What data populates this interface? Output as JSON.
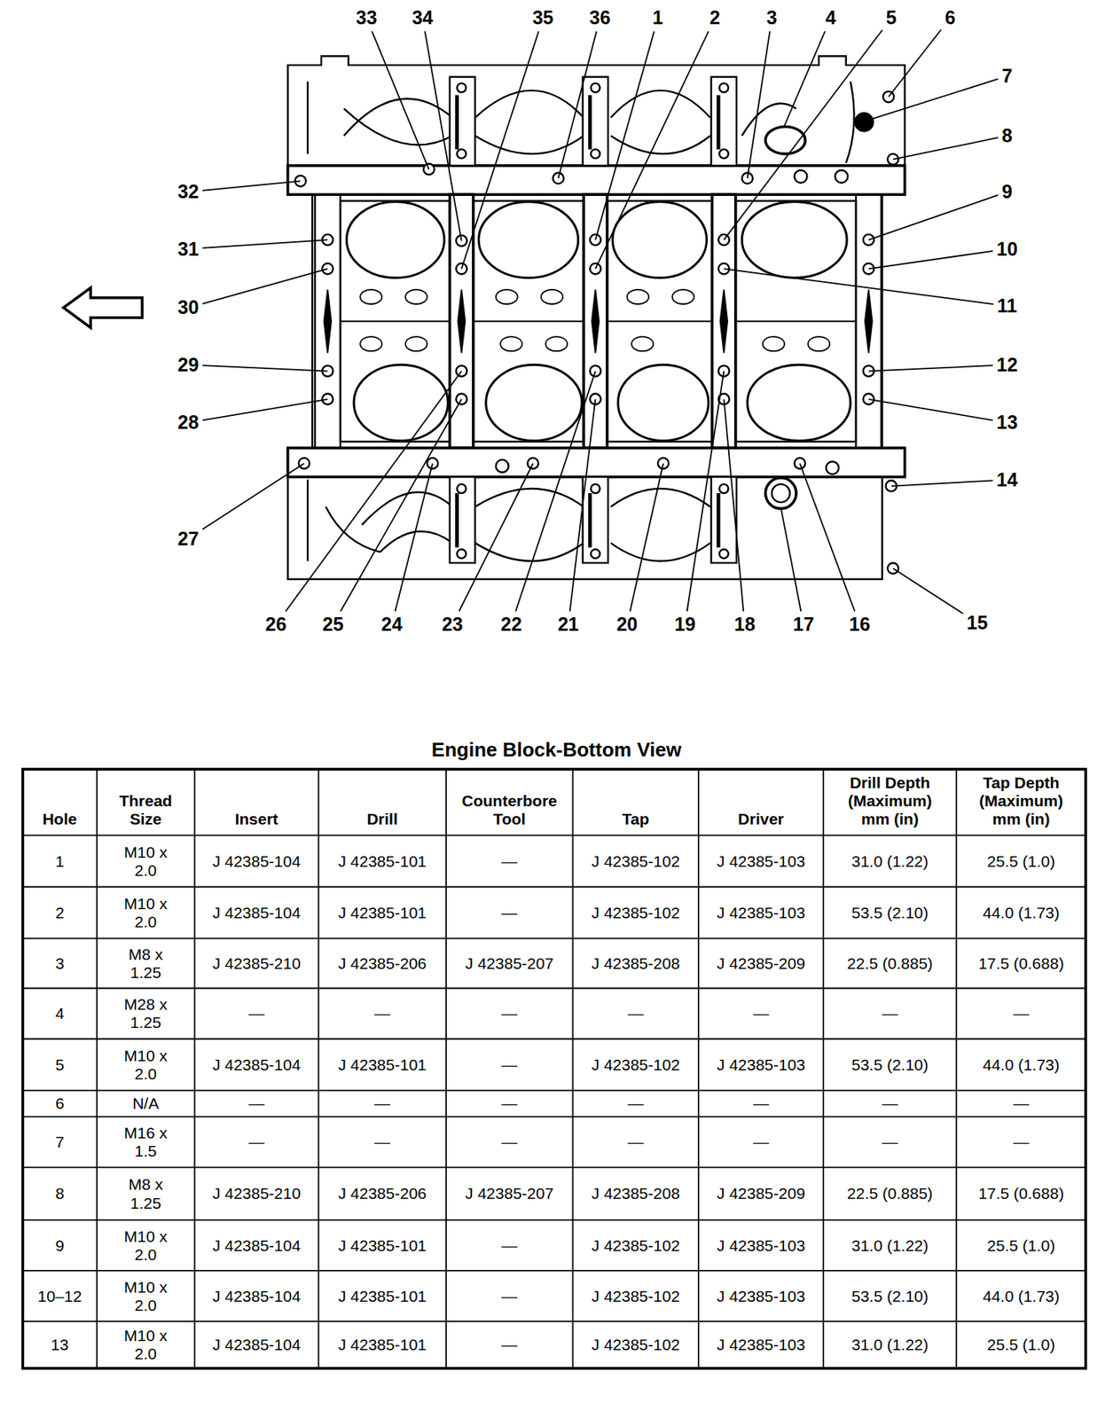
{
  "diagram": {
    "title": "Engine Block-Bottom View",
    "labels": [
      "1",
      "2",
      "3",
      "4",
      "5",
      "6",
      "7",
      "8",
      "9",
      "10",
      "11",
      "12",
      "13",
      "14",
      "15",
      "16",
      "17",
      "18",
      "19",
      "20",
      "21",
      "22",
      "23",
      "24",
      "25",
      "26",
      "27",
      "28",
      "29",
      "30",
      "31",
      "32",
      "33",
      "34",
      "35",
      "36",
      "Hole",
      "Thread Size",
      "Insert",
      "Drill",
      "Counterbore Tool",
      "Tap",
      "Driver",
      "Drill Depth (Maximum) mm (in)",
      "Tap Depth (Maximum) mm (in)",
      "1",
      "M10 x 2.0",
      "J 42385-104",
      "J 42385-101",
      "—",
      "J 42385-102",
      "J 42385-103",
      "31.0 (1.22)",
      "25.5 (1.0)",
      "2",
      "M10 x 2.0",
      "J 42385-104",
      "J 42385-101",
      "—",
      "J 42385-102",
      "J 42385-103",
      "53.5 (2.10)",
      "44.0 (1.73)",
      "3",
      "M8 x 1.25",
      "J 42385-210",
      "J 42385-206",
      "J 42385-207",
      "J 42385-208",
      "J 42385-209",
      "22.5 (0.885)",
      "17.5 (0.688)",
      "4",
      "M28 x 1.25",
      "—",
      "—",
      "—",
      "—",
      "—",
      "—",
      "—",
      "5",
      "M10 x 2.0",
      "J 42385-104",
      "J 42385-101",
      "—",
      "J 42385-102",
      "J 42385-103",
      "53.5 (2.10)",
      "44.0 (1.73)",
      "6",
      "N/A",
      "—",
      "—",
      "—",
      "—",
      "—",
      "—",
      "—",
      "7",
      "M16 x 1.5",
      "—",
      "—",
      "—",
      "—",
      "—",
      "—",
      "—",
      "8",
      "M8 x 1.25",
      "J 42385-210",
      "J 42385-206",
      "J 42385-207",
      "J 42385-208",
      "J 42385-209",
      "22.5 (0.885)",
      "17.5 (0.688)",
      "9",
      "M10 x 2.0",
      "J 42385-104",
      "J 42385-101",
      "—",
      "J 42385-102",
      "J 42385-103",
      "31.0 (1.22)",
      "25.5 (1.0)",
      "10–12",
      "M10 x 2.0",
      "J 42385-104",
      "J 42385-101",
      "—",
      "J 42385-102",
      "J 42385-103",
      "53.5 (2.10)",
      "44.0 (1.73)",
      "13",
      "M10 x 2.0",
      "J 42385-104",
      "J 42385-101",
      "—",
      "J 42385-102",
      "J 42385-103",
      "31.0 (1.22)",
      "25.5 (1.0)"
    ]
  }
}
